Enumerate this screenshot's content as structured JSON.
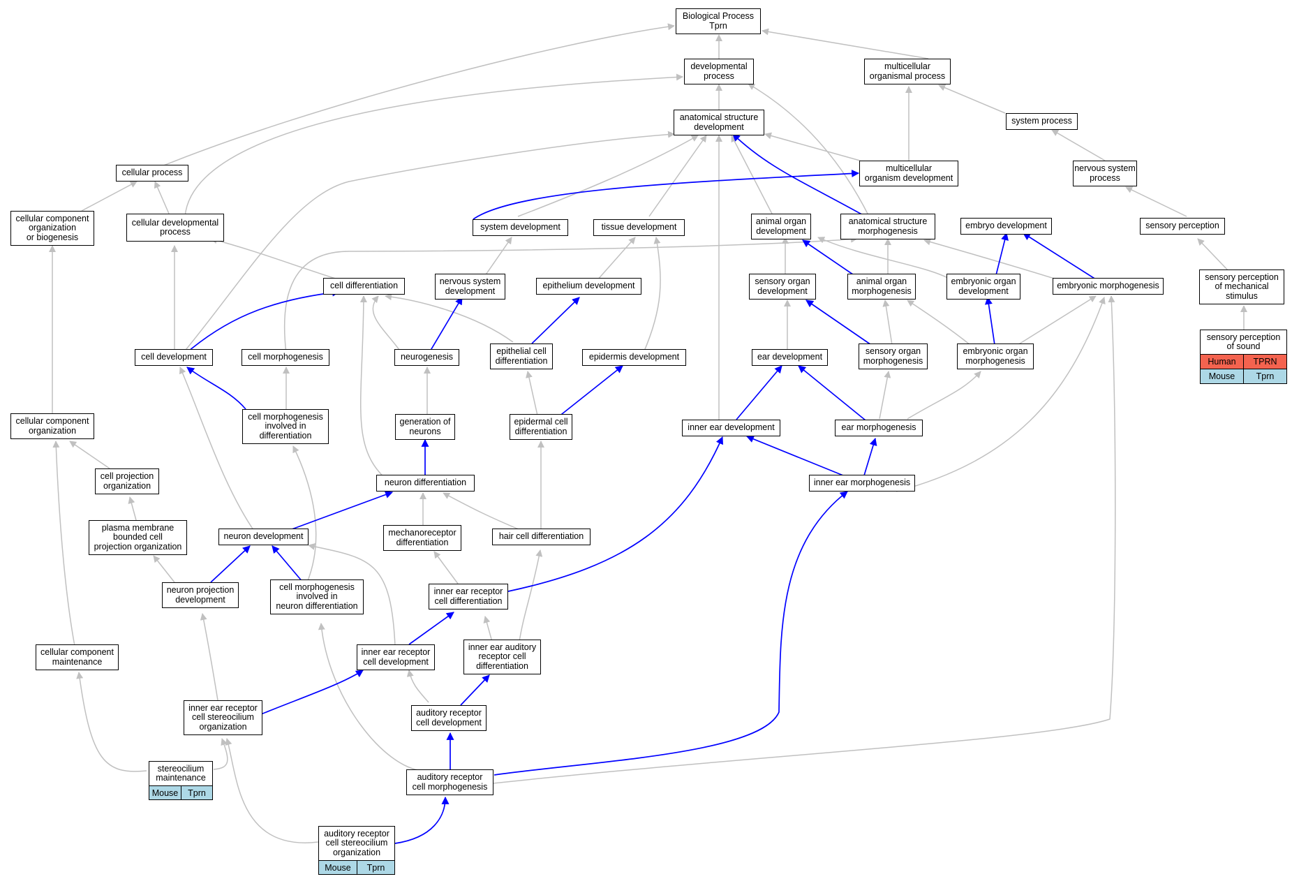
{
  "colors": {
    "edge_grey": "#c0c0c0",
    "edge_blue": "#0000ff",
    "human": "#f4634f",
    "mouse": "#add8e6"
  },
  "nodes": {
    "bp": "Biological Process\nTprn",
    "dev": "developmental\nprocess",
    "mcop": "multicellular\norganismal process",
    "asd": "anatomical structure\ndevelopment",
    "sysproc": "system process",
    "cellproc": "cellular process",
    "mcod": "multicellular\norganism development",
    "nsp": "nervous system\nprocess",
    "ccob": "cellular component\norganization\nor biogenesis",
    "cdp": "cellular developmental\nprocess",
    "sysdev": "system development",
    "tisdev": "tissue development",
    "aod": "animal organ\ndevelopment",
    "asm": "anatomical structure\nmorphogenesis",
    "embdev": "embryo development",
    "sensper": "sensory perception",
    "celldiff": "cell differentiation",
    "nsdev": "nervous system\ndevelopment",
    "epidev": "epithelium development",
    "sod": "sensory organ\ndevelopment",
    "aom": "animal organ\nmorphogenesis",
    "eod": "embryonic organ\ndevelopment",
    "embmorph": "embryonic morphogenesis",
    "spms": "sensory perception\nof mechanical\nstimulus",
    "celldev": "cell development",
    "cellmorph": "cell morphogenesis",
    "neurogen": "neurogenesis",
    "ecd": "epithelial cell\ndifferentiation",
    "epiddev": "epidermis development",
    "eardev": "ear development",
    "som": "sensory organ\nmorphogenesis",
    "eom": "embryonic organ\nmorphogenesis",
    "sps": "sensory perception\nof sound",
    "cco": "cellular component\norganization",
    "cmid": "cell morphogenesis\ninvolved in\ndifferentiation",
    "genneu": "generation of\nneurons",
    "epidcd": "epidermal cell\ndifferentiation",
    "ied": "inner ear development",
    "earmorph": "ear morphogenesis",
    "cpo": "cell projection\norganization",
    "neudiff": "neuron differentiation",
    "iem": "inner ear morphogenesis",
    "pmbcpo": "plasma membrane\nbounded cell\nprojection organization",
    "neudev": "neuron development",
    "mechdiff": "mechanoreceptor\ndifferentiation",
    "hcd": "hair cell differentiation",
    "npd": "neuron projection\ndevelopment",
    "cmind": "cell morphogenesis\ninvolved in\nneuron differentiation",
    "iercd": "inner ear receptor\ncell differentiation",
    "iearcd": "inner ear auditory\nreceptor cell\ndifferentiation",
    "ccm": "cellular component\nmaintenance",
    "iercdev": "inner ear receptor\ncell development",
    "arcd": "auditory receptor\ncell development",
    "iercso": "inner ear receptor\ncell stereocilium\norganization",
    "stm": "stereocilium\nmaintenance",
    "arcm": "auditory receptor\ncell morphogenesis",
    "arcso": "auditory receptor\ncell stereocilium\norganization"
  },
  "annotations": {
    "sps": {
      "human_species": "Human",
      "human_gene": "TPRN",
      "mouse_species": "Mouse",
      "mouse_gene": "Tprn"
    },
    "stm": {
      "mouse_species": "Mouse",
      "mouse_gene": "Tprn"
    },
    "arcso": {
      "mouse_species": "Mouse",
      "mouse_gene": "Tprn"
    }
  }
}
